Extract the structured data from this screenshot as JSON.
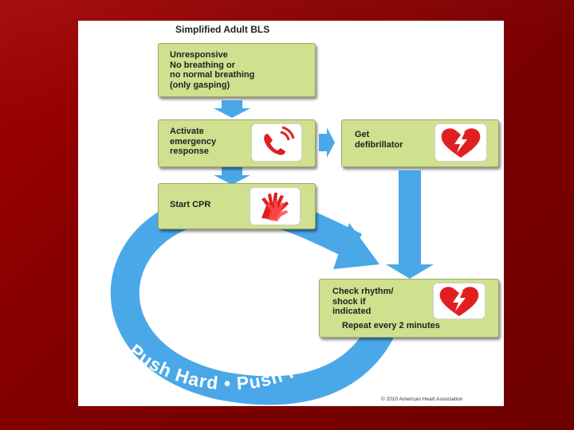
{
  "title": "Simplified Adult BLS",
  "steps": {
    "unresponsive": {
      "line1": "Unresponsive",
      "line2": "No breathing or",
      "line3": "no normal breathing",
      "line4": "(only gasping)"
    },
    "activate": {
      "line1": "Activate",
      "line2": "emergency",
      "line3": "response",
      "icon": "phone-icon"
    },
    "defibrillator": {
      "line1": "Get",
      "line2": "defibrillator",
      "icon": "heart-lightning-icon"
    },
    "cpr": {
      "line1": "Start CPR",
      "icon": "hands-icon"
    },
    "check": {
      "line1": "Check rhythm/",
      "line2": "shock if",
      "line3": "indicated",
      "line4": "Repeat every 2 minutes",
      "icon": "heart-lightning-icon"
    }
  },
  "loop_label": "Push Hard • Push Fast",
  "copyright": "© 2010 American Heart Association",
  "colors": {
    "slide_background": "#8a0000",
    "box_fill": "#cfe08e",
    "arrow_blue": "#4aa8e8",
    "icon_red": "#e02020"
  }
}
